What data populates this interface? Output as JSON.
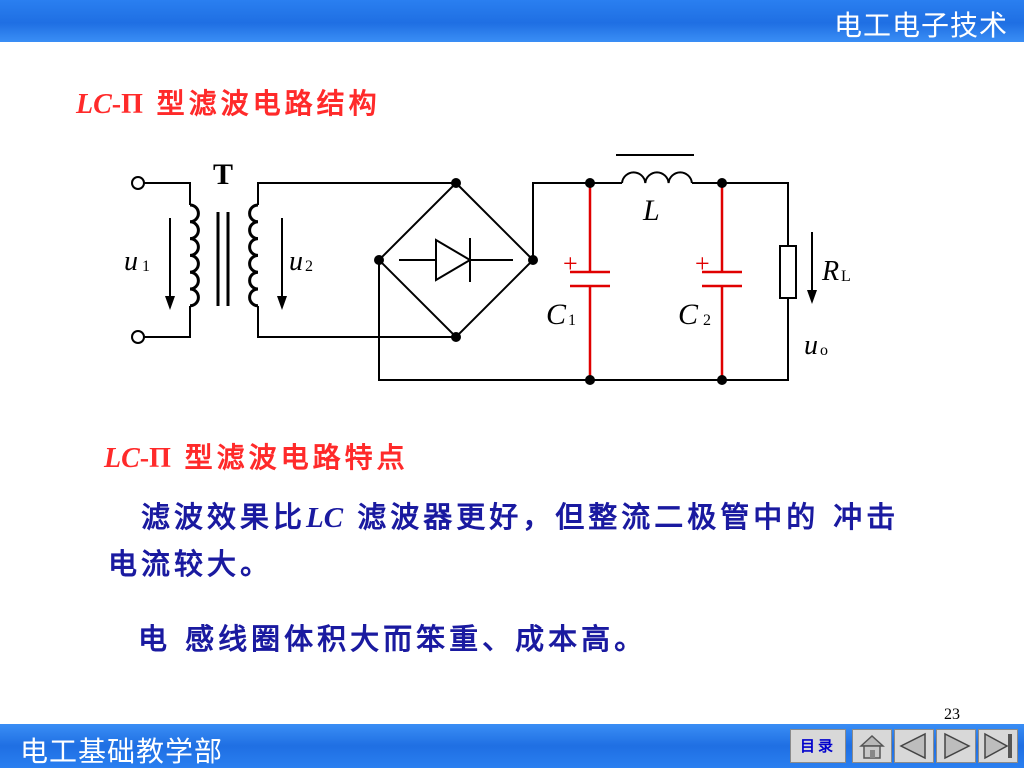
{
  "header": {
    "course_title": "电工电子技术"
  },
  "section1": {
    "lc": "LC",
    "dash": "-",
    "pi": "Π",
    "title_text": " 型滤波电路结构"
  },
  "circuit": {
    "transformer_label": "T",
    "u1_main": "u",
    "u1_sub": "1",
    "u2_main": "u",
    "u2_sub": "2",
    "inductor_label": "L",
    "c1_main": "C",
    "c1_sub": "1",
    "c2_main": "C",
    "c2_sub": "2",
    "rl_main": "R",
    "rl_sub": "L",
    "uo_main": "u",
    "uo_sub": "o",
    "c1_plus": "+",
    "c2_plus": "+",
    "wire_color": "#000000",
    "capacitor_color": "#e00000"
  },
  "section2": {
    "lc": "LC",
    "dash": "-",
    "pi": "Π",
    "title_text": " 型滤波电路特点"
  },
  "point1": {
    "text_before": "滤波效果比",
    "lc": "LC",
    "text_after": " 滤波器更好，但整流二极管中的 冲击电流较大。"
  },
  "point2": {
    "text": "电 感线圈体积大而笨重、成本高。"
  },
  "footer": {
    "department": "电工基础教学部",
    "page_number": "23",
    "toc_label": "目录"
  },
  "colors": {
    "heading": "#ff2a2a",
    "body": "#1a1aa0",
    "bar": "#1f6fe3"
  }
}
